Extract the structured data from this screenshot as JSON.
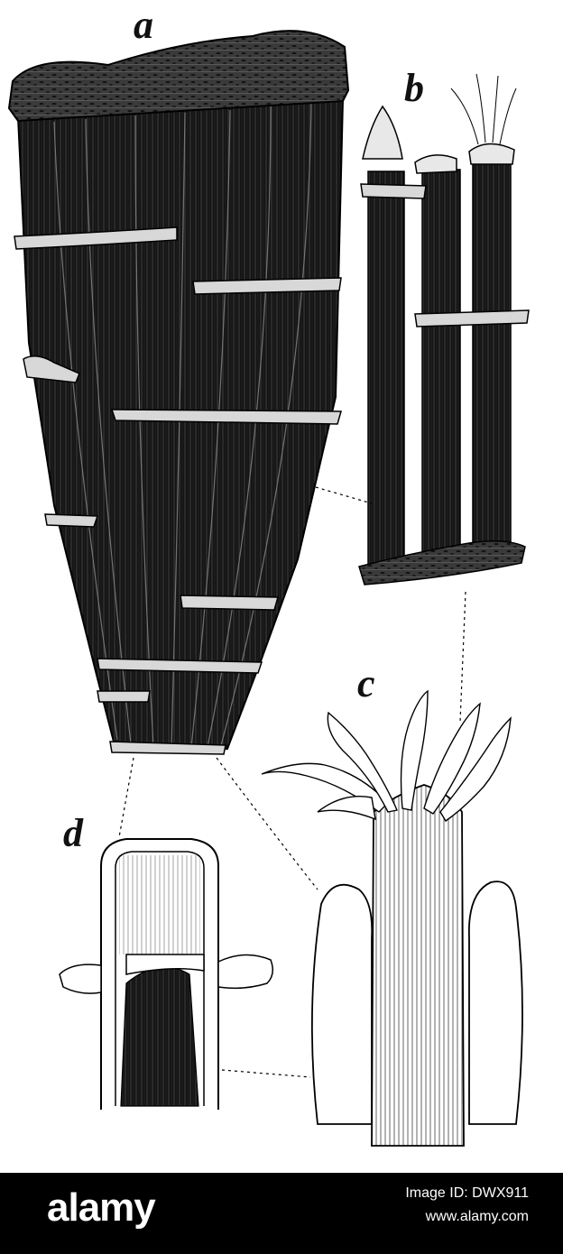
{
  "figure": {
    "labels": {
      "a": "a",
      "b": "b",
      "c": "c",
      "d": "d"
    },
    "ink_color": "#111111",
    "paper_color": "#ffffff"
  },
  "footer": {
    "brand": "alamy",
    "image_id": "Image ID: DWX911",
    "url": "www.alamy.com",
    "background": "#000000"
  }
}
